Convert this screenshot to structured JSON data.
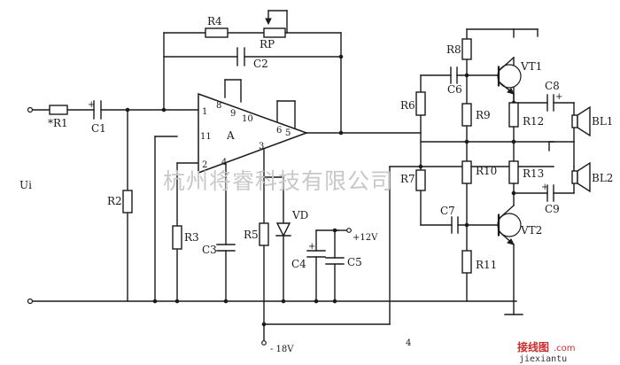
{
  "labels": {
    "input": "Ui",
    "r1": "*R1",
    "c1": "C1",
    "r2": "R2",
    "r3": "R3",
    "c3": "C3",
    "r4": "R4",
    "rp": "RP",
    "c2": "C2",
    "r5": "R5",
    "vd": "VD",
    "c4": "C4",
    "c5": "C5",
    "supply_pos": "+12V",
    "supply_neg": "- 18V",
    "amp": "A",
    "r6": "R6",
    "r7": "R7",
    "r8": "R8",
    "r9": "R9",
    "r10": "R10",
    "r11": "R11",
    "r12": "R12",
    "r13": "R13",
    "c6": "C6",
    "c7": "C7",
    "c8": "C8",
    "c9": "C9",
    "vt1": "VT1",
    "vt2": "VT2",
    "bl1": "BL1",
    "bl2": "BL2",
    "note": "4"
  },
  "pins": [
    "1",
    "8",
    "9",
    "10",
    "11",
    "6",
    "5",
    "3",
    "2",
    "4"
  ],
  "watermark": {
    "text": "杭州将睿科技有限公司",
    "site_name": "接线图",
    "site_suffix": ".com",
    "site_url": "jiexiantu"
  }
}
